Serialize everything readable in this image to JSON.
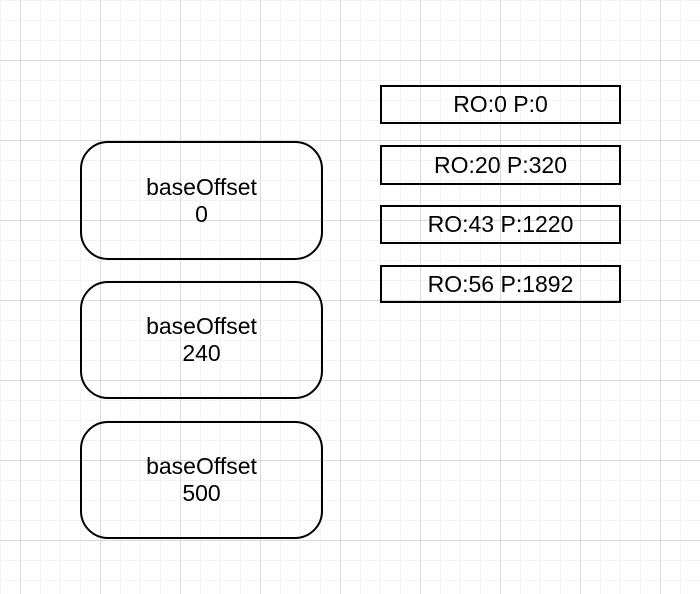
{
  "diagram": {
    "base_offset_nodes": [
      {
        "line1": "baseOffset",
        "line2": "0"
      },
      {
        "line1": "baseOffset",
        "line2": "240"
      },
      {
        "line1": "baseOffset",
        "line2": "500"
      }
    ],
    "offset_pointer_nodes": [
      {
        "label": "RO:0 P:0"
      },
      {
        "label": "RO:20 P:320"
      },
      {
        "label": "RO:43 P:1220"
      },
      {
        "label": "RO:56 P:1892"
      }
    ],
    "colors": {
      "stroke": "#000000",
      "text": "#000000",
      "background": "#ffffff",
      "grid_minor": "#f3f3f3",
      "grid_major": "#d9d9d9"
    }
  }
}
